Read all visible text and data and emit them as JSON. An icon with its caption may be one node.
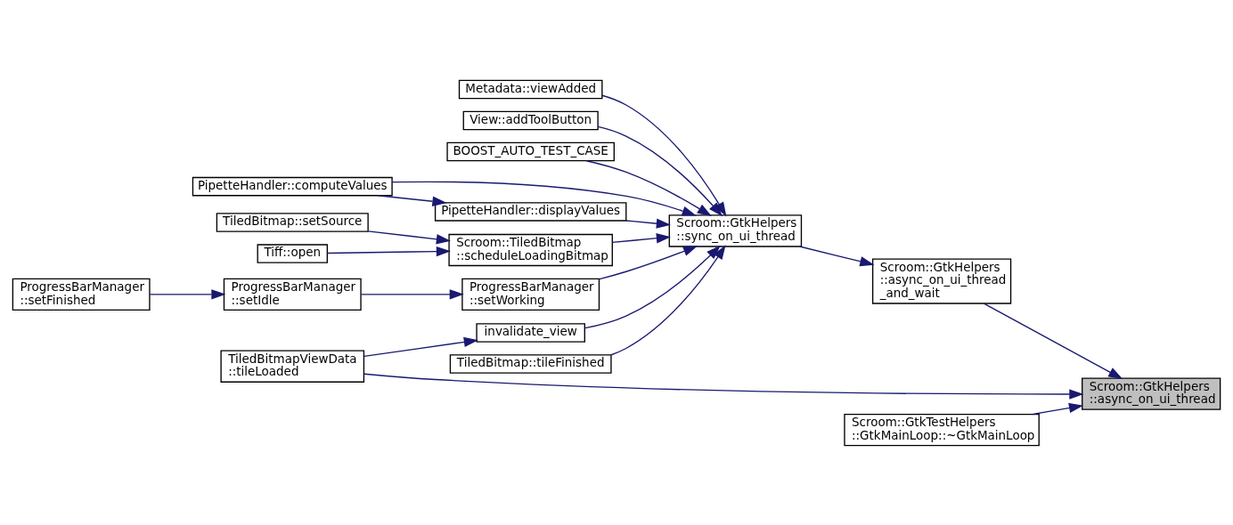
{
  "diagram": {
    "nodes": [
      {
        "text": [
          "Scroom::GtkHelpers ::async_on_ui_thread"
        ]
      },
      {
        "text": [
          "Scroom::GtkHelpers ::async_on_ui_thread _and_wait"
        ]
      },
      {
        "text": [
          "Scroom::GtkHelpers ::sync_on_ui_thread"
        ]
      },
      {
        "text": [
          "TiledBitmapViewData ::tileLoaded"
        ]
      },
      {
        "text": [
          "Scroom::GtkTestHelpers ::GtkMainLoop::~GtkMainLoop"
        ]
      },
      {
        "text": [
          "Metadata::viewAdded"
        ]
      },
      {
        "text": [
          "View::addToolButton"
        ]
      },
      {
        "text": [
          "BOOST_AUTO_TEST_CASE"
        ]
      },
      {
        "text": [
          "PipetteHandler::computeValues"
        ]
      },
      {
        "text": [
          "PipetteHandler::displayValues"
        ]
      },
      {
        "text": [
          "Scroom::TiledBitmap ::scheduleLoadingBitmap"
        ]
      },
      {
        "text": [
          "ProgressBarManager ::setWorking"
        ]
      },
      {
        "text": [
          "invalidate_view"
        ]
      },
      {
        "text": [
          "TiledBitmap::tileFinished"
        ]
      },
      {
        "text": [
          "TiledBitmap::setSource"
        ]
      },
      {
        "text": [
          "Tiff::open"
        ]
      },
      {
        "text": [
          "ProgressBarManager ::setIdle"
        ]
      },
      {
        "text": [
          "ProgressBarManager ::setFinished"
        ]
      }
    ],
    "edges": [
      {
        "from": 1,
        "to": 0,
        "arrow": "to"
      },
      {
        "from": 3,
        "to": 0,
        "arrow": "to"
      },
      {
        "from": 4,
        "to": 0,
        "arrow": "to"
      },
      {
        "from": 2,
        "to": 1,
        "arrow": "to"
      },
      {
        "from": 5,
        "to": 2,
        "arrow": "to"
      },
      {
        "from": 6,
        "to": 2,
        "arrow": "to"
      },
      {
        "from": 7,
        "to": 2,
        "arrow": "to"
      },
      {
        "from": 8,
        "to": 2,
        "arrow": "to"
      },
      {
        "from": 9,
        "to": 2,
        "arrow": "to"
      },
      {
        "from": 10,
        "to": 2,
        "arrow": "to"
      },
      {
        "from": 11,
        "to": 2,
        "arrow": "to"
      },
      {
        "from": 12,
        "to": 2,
        "arrow": "to"
      },
      {
        "from": 13,
        "to": 2,
        "arrow": "to"
      },
      {
        "from": 8,
        "to": 9,
        "arrow": "to"
      },
      {
        "from": 14,
        "to": 10,
        "arrow": "to"
      },
      {
        "from": 15,
        "to": 10,
        "arrow": "to"
      },
      {
        "from": 16,
        "to": 11,
        "arrow": "to"
      },
      {
        "from": 17,
        "to": 16,
        "arrow": "to"
      },
      {
        "from": 3,
        "to": 12,
        "arrow": "to"
      }
    ]
  }
}
